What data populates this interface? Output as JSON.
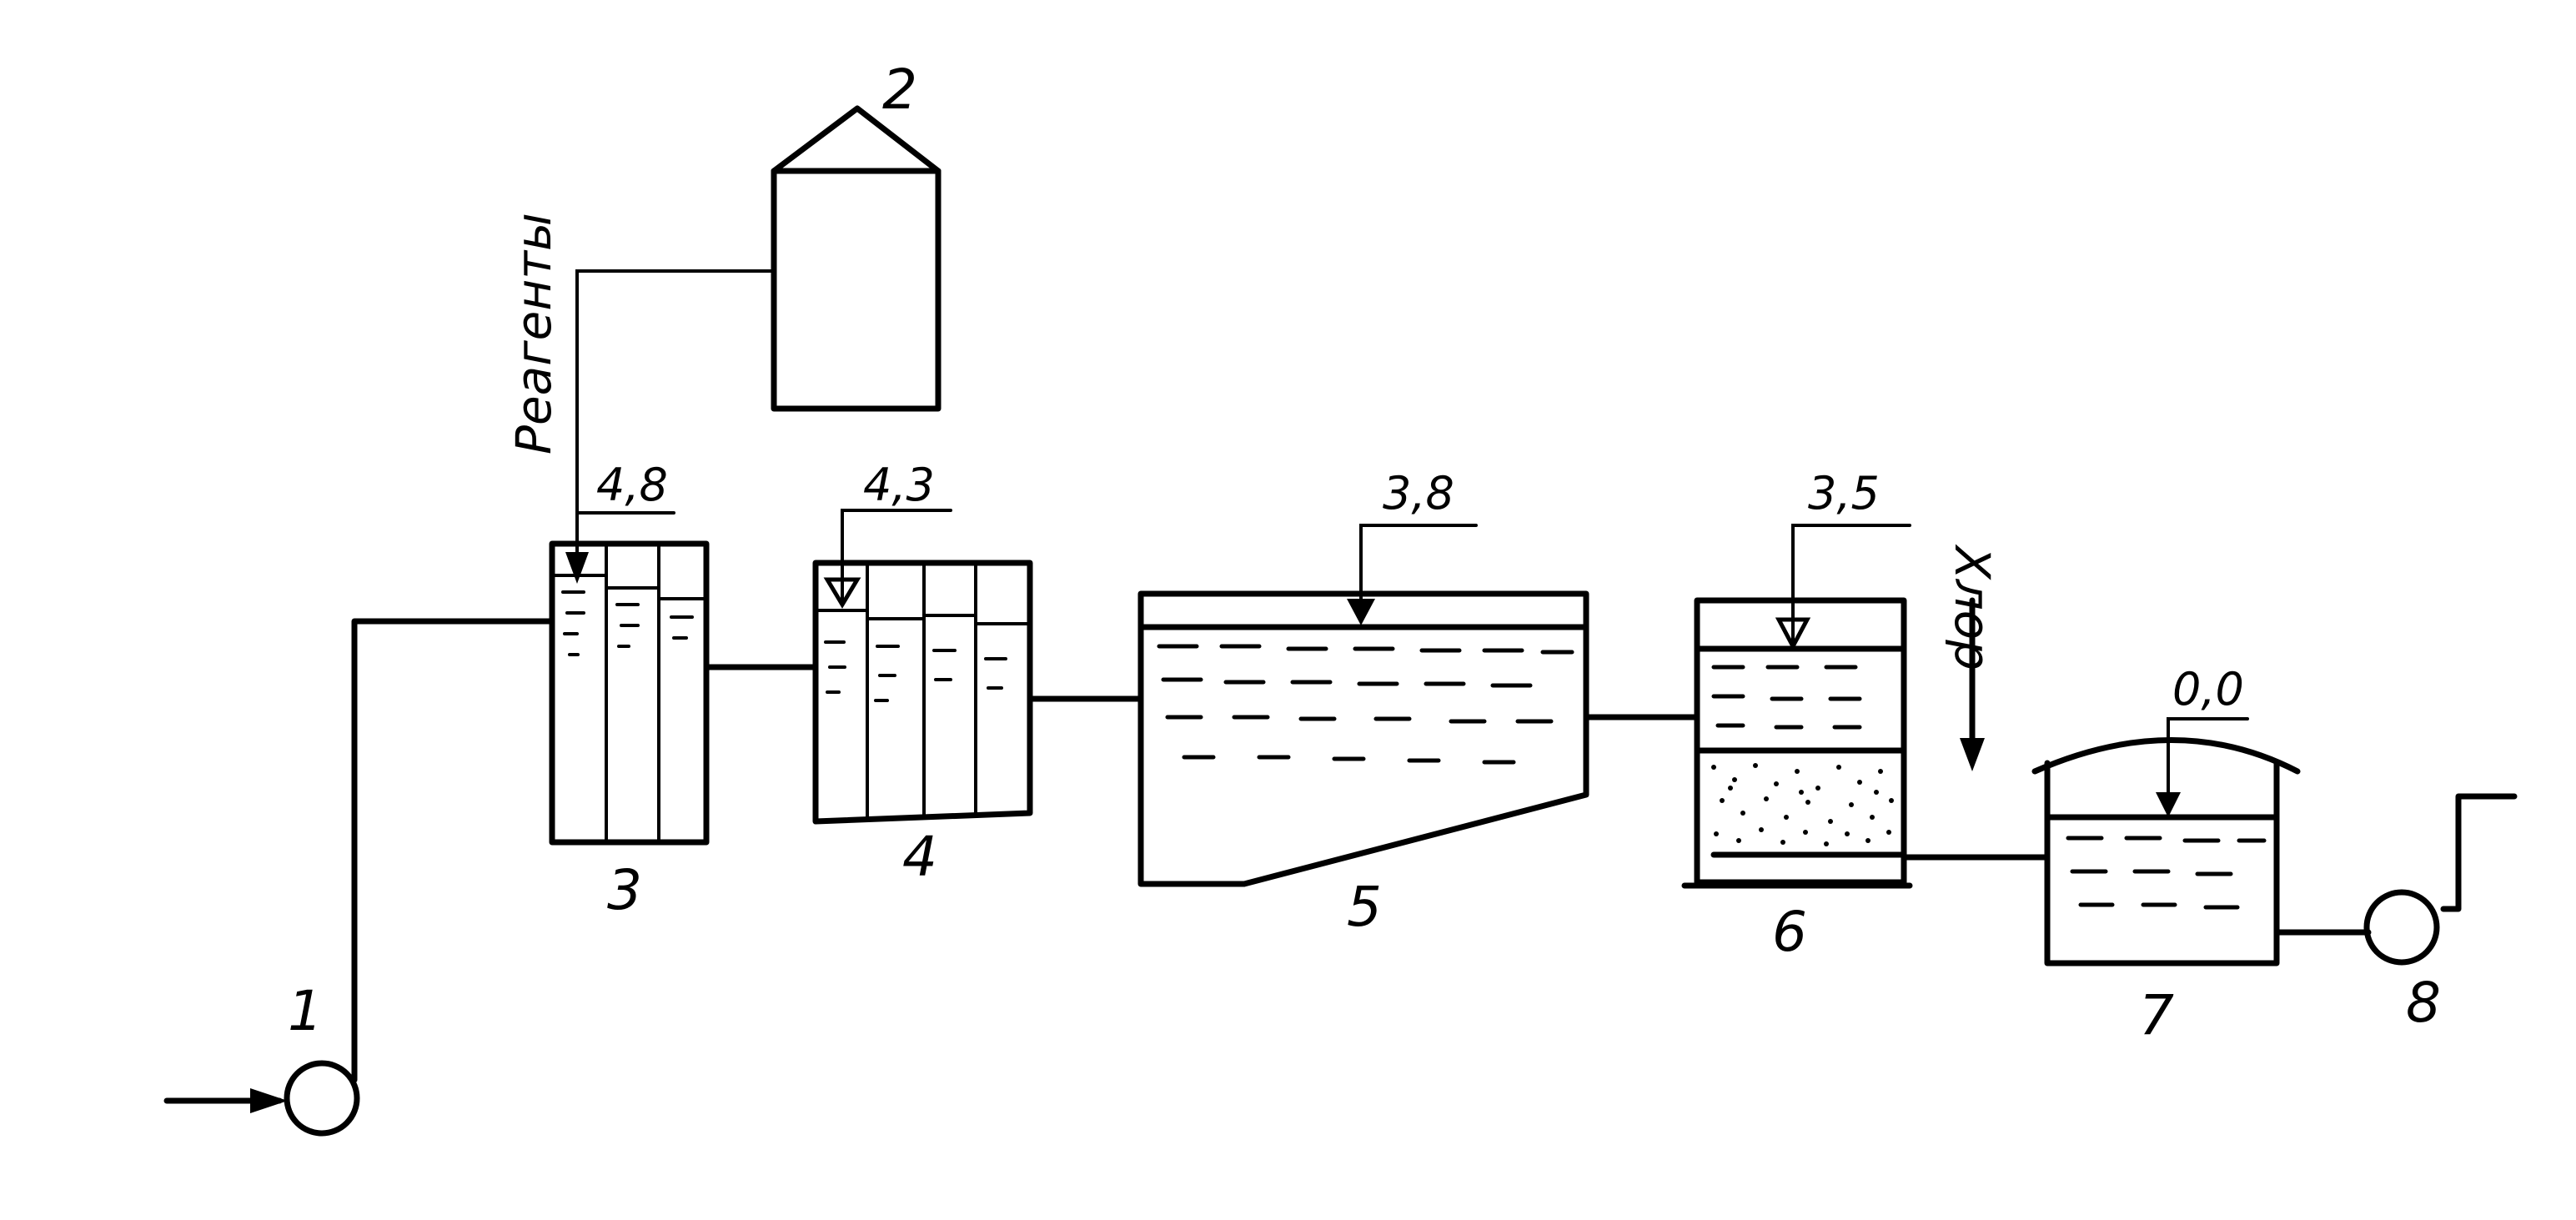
{
  "labels": {
    "pump_in": "1",
    "reagent_tank": "2",
    "mixer": "3",
    "flocculation_chamber": "4",
    "settler": "5",
    "filter": "6",
    "clear_water_tank": "7",
    "pump_out": "8"
  },
  "levels": {
    "mixer": "4,8",
    "flocculation_chamber": "4,3",
    "settler": "3,8",
    "filter": "3,5",
    "clear_water_tank": "0,0"
  },
  "annotations": {
    "reagents": "Реагенты",
    "chlorine": "Хлор"
  }
}
